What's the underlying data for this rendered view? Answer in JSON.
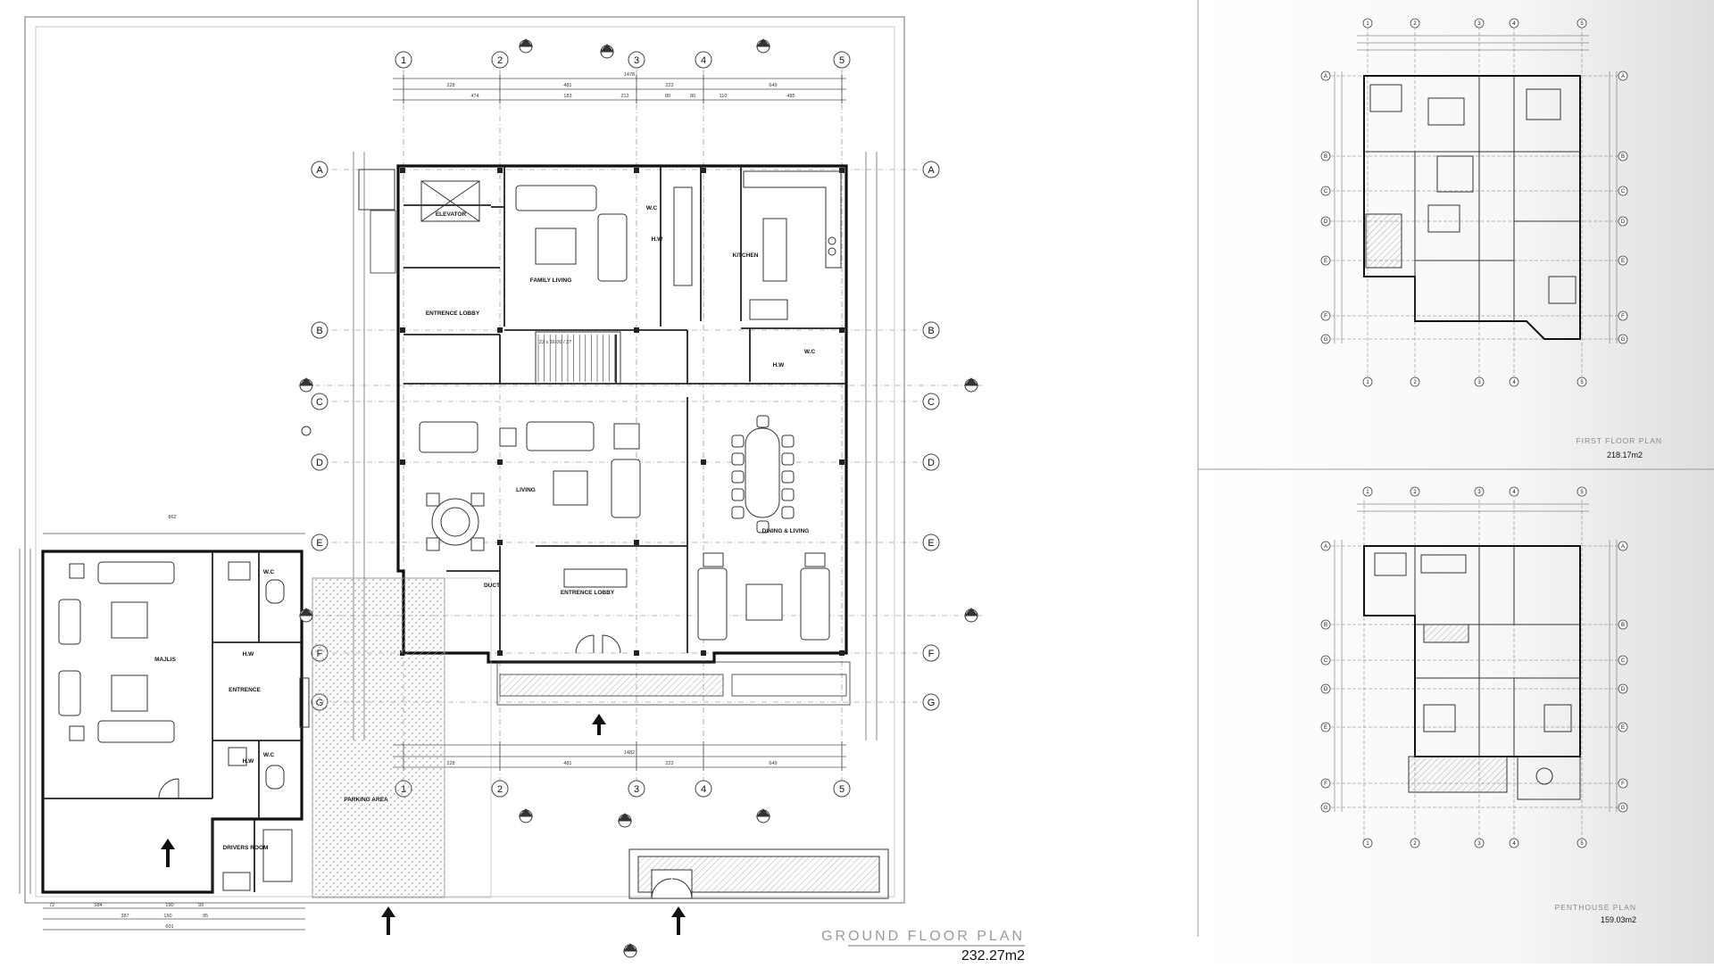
{
  "ground_floor": {
    "title": "GROUND FLOOR PLAN",
    "area": "232.27m2",
    "grid_columns": [
      "1",
      "2",
      "3",
      "4",
      "5"
    ],
    "grid_rows": [
      "A",
      "B",
      "C",
      "D",
      "E",
      "F",
      "G"
    ],
    "rooms": {
      "elevator": "ELEVATOR",
      "entrance_lobby_top": "ENTRENCE LOBBY",
      "family_living": "FAMILY LIVING",
      "kitchen": "KITCHEN",
      "hw_top": "H.W",
      "wc_top": "W.C",
      "hw_right": "H.W",
      "wc_right": "W.C",
      "living": "LIVING",
      "dining_living": "DINING & LIVING",
      "entrance_lobby_bottom": "ENTRENCE LOBBY",
      "majlis": "MAJLIS",
      "entrence": "ENTRENCE",
      "wc_a1": "W.C",
      "hw_a": "H.W",
      "wc_a2": "W.C",
      "hw_b": "H.W",
      "drivers_room": "DRIVERS ROOM",
      "parking_area": "PARKING AREA",
      "duct": "DUCT"
    },
    "dimensions": {
      "top_total": "1478",
      "top_segments": [
        "228",
        "481",
        "222",
        "649"
      ],
      "sub_segments": [
        "474",
        "183",
        "213",
        "80",
        "80",
        "110",
        "485"
      ],
      "majlis_total": "862",
      "bottom_total": "1482",
      "bottom_segments": [
        "228",
        "481",
        "222",
        "649"
      ],
      "majlis_bottom": [
        "72",
        "384",
        "190",
        "93"
      ],
      "majlis_sub": [
        "387",
        "150",
        "95"
      ],
      "bottom_left": "601",
      "stair": "22 x 16.00 / 27"
    }
  },
  "first_floor": {
    "title": "FIRST FLOOR PLAN",
    "area": "218.17m2"
  },
  "penthouse": {
    "title": "PENTHOUSE PLAN",
    "area": "159.03m2"
  }
}
